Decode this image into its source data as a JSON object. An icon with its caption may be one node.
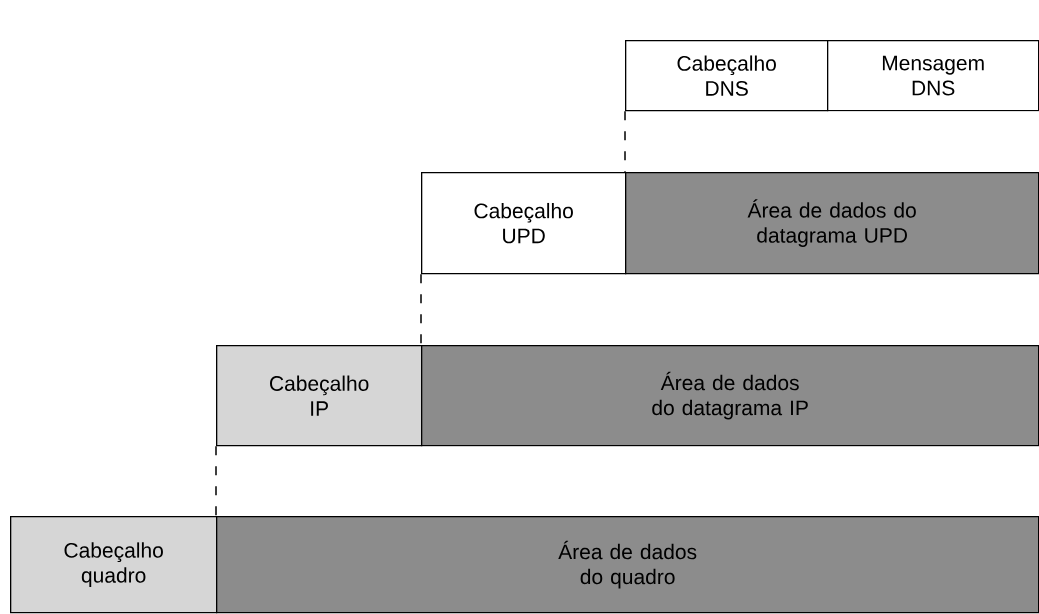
{
  "diagram": {
    "nodes": [
      {
        "text": [
          "Cabeçalho DNS"
        ]
      },
      {
        "text": [
          "Mensagem DNS"
        ]
      },
      {
        "text": [
          "Cabeçalho UPD"
        ]
      },
      {
        "text": [
          "Área de dados do datagrama UPD"
        ]
      },
      {
        "text": [
          "Cabeçalho IP"
        ]
      },
      {
        "text": [
          "Área de dados do datagrama IP"
        ]
      },
      {
        "text": [
          "Cabeçalho quadro"
        ]
      },
      {
        "text": [
          "Área de dados do quadro"
        ]
      }
    ],
    "edges": [
      {
        "from": 0,
        "to": 3,
        "arrow": "none",
        "style": "dashed"
      },
      {
        "from": 2,
        "to": 5,
        "arrow": "none",
        "style": "dashed"
      },
      {
        "from": 4,
        "to": 7,
        "arrow": "none",
        "style": "dashed"
      }
    ]
  }
}
